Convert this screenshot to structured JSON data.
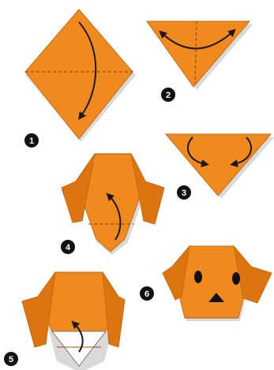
{
  "steps": [
    {
      "number": "1"
    },
    {
      "number": "2"
    },
    {
      "number": "3"
    },
    {
      "number": "4"
    },
    {
      "number": "5"
    },
    {
      "number": "6"
    }
  ],
  "colors": {
    "paper": "#f08a1e",
    "paper_edge": "#c96a0c",
    "badge": "#111111",
    "arrow": "#1a1a1a"
  }
}
